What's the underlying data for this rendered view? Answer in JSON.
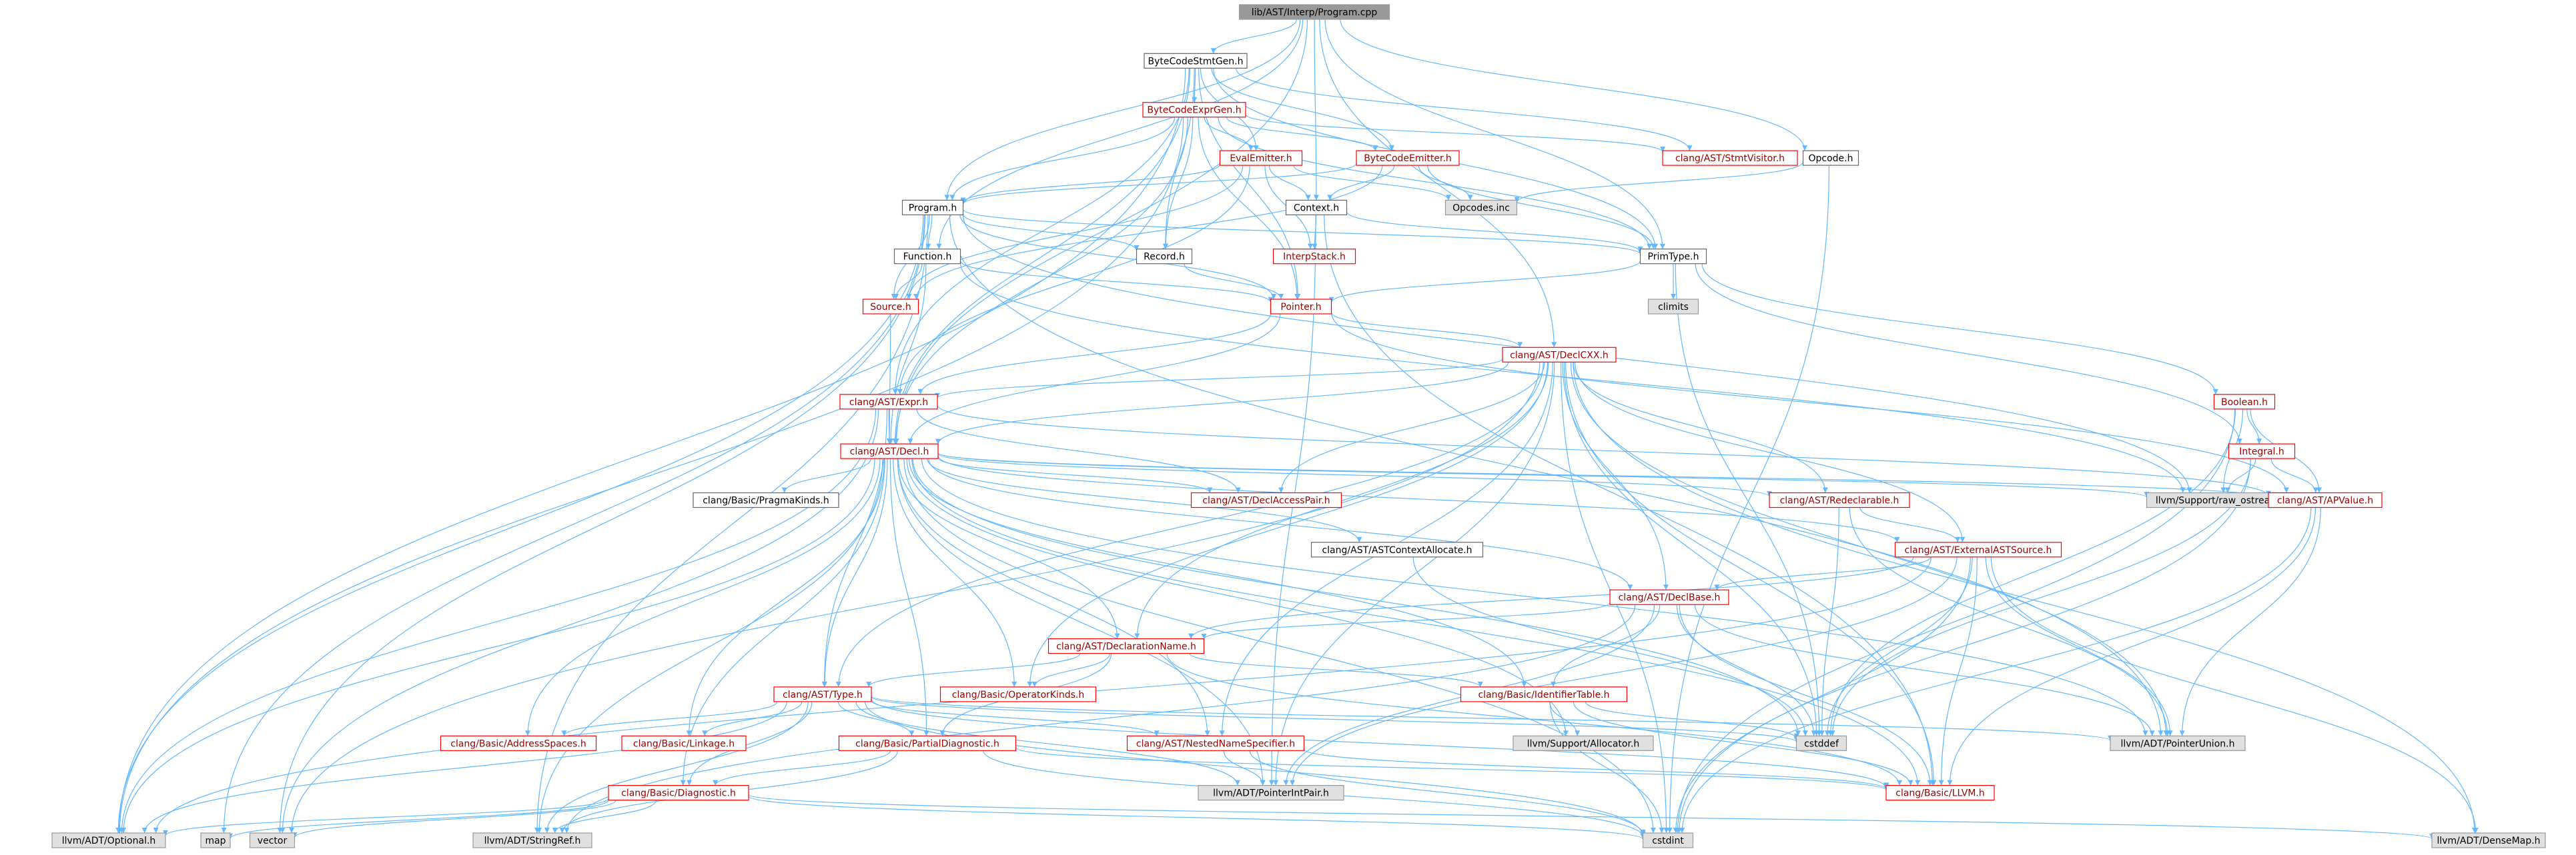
{
  "graph": {
    "title": "lib/AST/Interp/Program.cpp",
    "colors": {
      "background": "#ffffff",
      "edge": "#63b8ff",
      "root_fill": "#999999",
      "root_text": "#000000",
      "normal_fill": "#ffffff",
      "normal_border": "#666666",
      "normal_text": "#000000",
      "truncated_fill": "#ffffff",
      "truncated_border": "#ff0000",
      "truncated_text": "#9a0000",
      "external_fill": "#e0e0e0",
      "external_border": "#999999",
      "external_text": "#000000"
    },
    "nodes": [
      {
        "id": "n0",
        "label": "lib/AST/Interp/Program.cpp",
        "kind": "root"
      },
      {
        "id": "n1",
        "label": "ByteCodeStmtGen.h",
        "kind": "normal"
      },
      {
        "id": "n2",
        "label": "ByteCodeExprGen.h",
        "kind": "truncated"
      },
      {
        "id": "n3",
        "label": "EvalEmitter.h",
        "kind": "truncated"
      },
      {
        "id": "n4",
        "label": "ByteCodeEmitter.h",
        "kind": "truncated"
      },
      {
        "id": "n5",
        "label": "clang/AST/StmtVisitor.h",
        "kind": "truncated"
      },
      {
        "id": "n6",
        "label": "Opcode.h",
        "kind": "normal"
      },
      {
        "id": "n7",
        "label": "Opcodes.inc",
        "kind": "external"
      },
      {
        "id": "n8",
        "label": "Program.h",
        "kind": "normal"
      },
      {
        "id": "n9",
        "label": "Context.h",
        "kind": "normal"
      },
      {
        "id": "n10",
        "label": "InterpStack.h",
        "kind": "truncated"
      },
      {
        "id": "n11",
        "label": "Function.h",
        "kind": "normal"
      },
      {
        "id": "n12",
        "label": "Record.h",
        "kind": "normal"
      },
      {
        "id": "n13",
        "label": "PrimType.h",
        "kind": "normal"
      },
      {
        "id": "n14",
        "label": "climits",
        "kind": "external"
      },
      {
        "id": "n15",
        "label": "Source.h",
        "kind": "truncated"
      },
      {
        "id": "n16",
        "label": "Pointer.h",
        "kind": "truncated"
      },
      {
        "id": "n17",
        "label": "clang/AST/DeclCXX.h",
        "kind": "truncated"
      },
      {
        "id": "n18",
        "label": "Boolean.h",
        "kind": "truncated"
      },
      {
        "id": "n19",
        "label": "clang/AST/Expr.h",
        "kind": "truncated"
      },
      {
        "id": "n20",
        "label": "Integral.h",
        "kind": "truncated"
      },
      {
        "id": "n21",
        "label": "clang/AST/Decl.h",
        "kind": "truncated"
      },
      {
        "id": "n22",
        "label": "clang/Basic/PragmaKinds.h",
        "kind": "normal"
      },
      {
        "id": "n23",
        "label": "clang/AST/DeclAccessPair.h",
        "kind": "truncated"
      },
      {
        "id": "n24",
        "label": "llvm/Support/raw_ostream.h",
        "kind": "external"
      },
      {
        "id": "n25",
        "label": "clang/AST/APValue.h",
        "kind": "truncated"
      },
      {
        "id": "n26",
        "label": "clang/AST/Redeclarable.h",
        "kind": "truncated"
      },
      {
        "id": "n27",
        "label": "clang/AST/ASTContextAllocate.h",
        "kind": "normal"
      },
      {
        "id": "n28",
        "label": "clang/AST/ExternalASTSource.h",
        "kind": "truncated"
      },
      {
        "id": "n29",
        "label": "clang/AST/DeclBase.h",
        "kind": "truncated"
      },
      {
        "id": "n30",
        "label": "clang/AST/DeclarationName.h",
        "kind": "truncated"
      },
      {
        "id": "n31",
        "label": "clang/AST/Type.h",
        "kind": "truncated"
      },
      {
        "id": "n32",
        "label": "clang/Basic/OperatorKinds.h",
        "kind": "truncated"
      },
      {
        "id": "n33",
        "label": "clang/Basic/IdentifierTable.h",
        "kind": "truncated"
      },
      {
        "id": "n34",
        "label": "clang/Basic/AddressSpaces.h",
        "kind": "truncated"
      },
      {
        "id": "n35",
        "label": "clang/Basic/Linkage.h",
        "kind": "truncated"
      },
      {
        "id": "n36",
        "label": "clang/Basic/PartialDiagnostic.h",
        "kind": "truncated"
      },
      {
        "id": "n37",
        "label": "clang/AST/NestedNameSpecifier.h",
        "kind": "truncated"
      },
      {
        "id": "n38",
        "label": "llvm/Support/Allocator.h",
        "kind": "external"
      },
      {
        "id": "n39",
        "label": "cstddef",
        "kind": "external"
      },
      {
        "id": "n40",
        "label": "llvm/ADT/PointerUnion.h",
        "kind": "external"
      },
      {
        "id": "n41",
        "label": "clang/Basic/Diagnostic.h",
        "kind": "truncated"
      },
      {
        "id": "n42",
        "label": "llvm/ADT/PointerIntPair.h",
        "kind": "external"
      },
      {
        "id": "n43",
        "label": "clang/Basic/LLVM.h",
        "kind": "truncated"
      },
      {
        "id": "n44",
        "label": "llvm/ADT/Optional.h",
        "kind": "external"
      },
      {
        "id": "n45",
        "label": "map",
        "kind": "external"
      },
      {
        "id": "n46",
        "label": "vector",
        "kind": "external"
      },
      {
        "id": "n47",
        "label": "llvm/ADT/StringRef.h",
        "kind": "external"
      },
      {
        "id": "n48",
        "label": "cstdint",
        "kind": "external"
      },
      {
        "id": "n49",
        "label": "llvm/ADT/DenseMap.h",
        "kind": "external"
      }
    ],
    "edges": [
      [
        "n0",
        "n1"
      ],
      [
        "n0",
        "n8"
      ],
      [
        "n0",
        "n9"
      ],
      [
        "n0",
        "n11"
      ],
      [
        "n0",
        "n6"
      ],
      [
        "n0",
        "n13"
      ],
      [
        "n0",
        "n17"
      ],
      [
        "n0",
        "n21"
      ],
      [
        "n1",
        "n2"
      ],
      [
        "n1",
        "n3"
      ],
      [
        "n1",
        "n4"
      ],
      [
        "n1",
        "n5"
      ],
      [
        "n1",
        "n13"
      ],
      [
        "n1",
        "n12"
      ],
      [
        "n1",
        "n16"
      ],
      [
        "n1",
        "n19"
      ],
      [
        "n1",
        "n21"
      ],
      [
        "n1",
        "n44"
      ],
      [
        "n2",
        "n3"
      ],
      [
        "n2",
        "n4"
      ],
      [
        "n2",
        "n5"
      ],
      [
        "n2",
        "n8"
      ],
      [
        "n2",
        "n12"
      ],
      [
        "n2",
        "n16"
      ],
      [
        "n2",
        "n13"
      ],
      [
        "n2",
        "n21"
      ],
      [
        "n2",
        "n44"
      ],
      [
        "n3",
        "n8"
      ],
      [
        "n3",
        "n9"
      ],
      [
        "n3",
        "n10"
      ],
      [
        "n3",
        "n15"
      ],
      [
        "n3",
        "n7"
      ],
      [
        "n3",
        "n19"
      ],
      [
        "n4",
        "n8"
      ],
      [
        "n4",
        "n9"
      ],
      [
        "n4",
        "n13"
      ],
      [
        "n4",
        "n15"
      ],
      [
        "n4",
        "n7"
      ],
      [
        "n6",
        "n7"
      ],
      [
        "n6",
        "n48"
      ],
      [
        "n8",
        "n11"
      ],
      [
        "n8",
        "n12"
      ],
      [
        "n8",
        "n13"
      ],
      [
        "n8",
        "n15"
      ],
      [
        "n8",
        "n16"
      ],
      [
        "n8",
        "n44"
      ],
      [
        "n8",
        "n45"
      ],
      [
        "n8",
        "n46"
      ],
      [
        "n8",
        "n47"
      ],
      [
        "n8",
        "n40"
      ],
      [
        "n8",
        "n24"
      ],
      [
        "n9",
        "n13"
      ],
      [
        "n9",
        "n10"
      ],
      [
        "n9",
        "n42"
      ],
      [
        "n9",
        "n43"
      ],
      [
        "n11",
        "n15"
      ],
      [
        "n11",
        "n16"
      ],
      [
        "n11",
        "n21"
      ],
      [
        "n11",
        "n24"
      ],
      [
        "n12",
        "n16"
      ],
      [
        "n13",
        "n14"
      ],
      [
        "n13",
        "n16"
      ],
      [
        "n13",
        "n18"
      ],
      [
        "n13",
        "n20"
      ],
      [
        "n13",
        "n39"
      ],
      [
        "n15",
        "n21"
      ],
      [
        "n16",
        "n17"
      ],
      [
        "n16",
        "n19"
      ],
      [
        "n16",
        "n25"
      ],
      [
        "n16",
        "n21"
      ],
      [
        "n17",
        "n21"
      ],
      [
        "n17",
        "n19"
      ],
      [
        "n17",
        "n23"
      ],
      [
        "n17",
        "n26"
      ],
      [
        "n17",
        "n28"
      ],
      [
        "n17",
        "n29"
      ],
      [
        "n17",
        "n30"
      ],
      [
        "n17",
        "n31"
      ],
      [
        "n17",
        "n37"
      ],
      [
        "n17",
        "n32"
      ],
      [
        "n17",
        "n39"
      ],
      [
        "n17",
        "n40"
      ],
      [
        "n17",
        "n42"
      ],
      [
        "n17",
        "n46"
      ],
      [
        "n17",
        "n48"
      ],
      [
        "n17",
        "n49"
      ],
      [
        "n17",
        "n43"
      ],
      [
        "n18",
        "n20"
      ],
      [
        "n18",
        "n25"
      ],
      [
        "n18",
        "n24"
      ],
      [
        "n18",
        "n39"
      ],
      [
        "n18",
        "n48"
      ],
      [
        "n19",
        "n21"
      ],
      [
        "n19",
        "n23"
      ],
      [
        "n19",
        "n25"
      ],
      [
        "n19",
        "n31"
      ],
      [
        "n19",
        "n46"
      ],
      [
        "n19",
        "n44"
      ],
      [
        "n20",
        "n25"
      ],
      [
        "n20",
        "n24"
      ],
      [
        "n20",
        "n39"
      ],
      [
        "n20",
        "n48"
      ],
      [
        "n21",
        "n22"
      ],
      [
        "n21",
        "n23"
      ],
      [
        "n21",
        "n25"
      ],
      [
        "n21",
        "n26"
      ],
      [
        "n21",
        "n27"
      ],
      [
        "n21",
        "n28"
      ],
      [
        "n21",
        "n29"
      ],
      [
        "n21",
        "n30"
      ],
      [
        "n21",
        "n31"
      ],
      [
        "n21",
        "n32"
      ],
      [
        "n21",
        "n33"
      ],
      [
        "n21",
        "n34"
      ],
      [
        "n21",
        "n35"
      ],
      [
        "n21",
        "n36"
      ],
      [
        "n21",
        "n37"
      ],
      [
        "n21",
        "n38"
      ],
      [
        "n21",
        "n39"
      ],
      [
        "n21",
        "n40"
      ],
      [
        "n21",
        "n41"
      ],
      [
        "n21",
        "n42"
      ],
      [
        "n21",
        "n43"
      ],
      [
        "n21",
        "n44"
      ],
      [
        "n21",
        "n47"
      ],
      [
        "n21",
        "n48"
      ],
      [
        "n21",
        "n24"
      ],
      [
        "n25",
        "n40"
      ],
      [
        "n25",
        "n43"
      ],
      [
        "n25",
        "n48"
      ],
      [
        "n26",
        "n39"
      ],
      [
        "n26",
        "n40"
      ],
      [
        "n26",
        "n28"
      ],
      [
        "n27",
        "n39"
      ],
      [
        "n28",
        "n29"
      ],
      [
        "n28",
        "n30"
      ],
      [
        "n28",
        "n39"
      ],
      [
        "n28",
        "n40"
      ],
      [
        "n28",
        "n42"
      ],
      [
        "n28",
        "n43"
      ],
      [
        "n28",
        "n48"
      ],
      [
        "n28",
        "n49"
      ],
      [
        "n28",
        "n44"
      ],
      [
        "n29",
        "n30"
      ],
      [
        "n29",
        "n33"
      ],
      [
        "n29",
        "n39"
      ],
      [
        "n29",
        "n40"
      ],
      [
        "n29",
        "n42"
      ],
      [
        "n29",
        "n43"
      ],
      [
        "n29",
        "n47"
      ],
      [
        "n30",
        "n31"
      ],
      [
        "n30",
        "n32"
      ],
      [
        "n30",
        "n33"
      ],
      [
        "n30",
        "n36"
      ],
      [
        "n30",
        "n43"
      ],
      [
        "n31",
        "n34"
      ],
      [
        "n31",
        "n35"
      ],
      [
        "n31",
        "n36"
      ],
      [
        "n31",
        "n37"
      ],
      [
        "n31",
        "n39"
      ],
      [
        "n31",
        "n40"
      ],
      [
        "n31",
        "n42"
      ],
      [
        "n31",
        "n43"
      ],
      [
        "n31",
        "n44"
      ],
      [
        "n31",
        "n47"
      ],
      [
        "n31",
        "n48"
      ],
      [
        "n31",
        "n41"
      ],
      [
        "n33",
        "n38"
      ],
      [
        "n33",
        "n39"
      ],
      [
        "n33",
        "n48"
      ],
      [
        "n33",
        "n43"
      ],
      [
        "n36",
        "n41"
      ],
      [
        "n36",
        "n47"
      ],
      [
        "n36",
        "n48"
      ],
      [
        "n36",
        "n43"
      ],
      [
        "n37",
        "n42"
      ],
      [
        "n37",
        "n43"
      ],
      [
        "n37",
        "n48"
      ],
      [
        "n41",
        "n44"
      ],
      [
        "n41",
        "n45"
      ],
      [
        "n41",
        "n46"
      ],
      [
        "n41",
        "n47"
      ],
      [
        "n41",
        "n48"
      ],
      [
        "n41",
        "n49"
      ]
    ]
  }
}
